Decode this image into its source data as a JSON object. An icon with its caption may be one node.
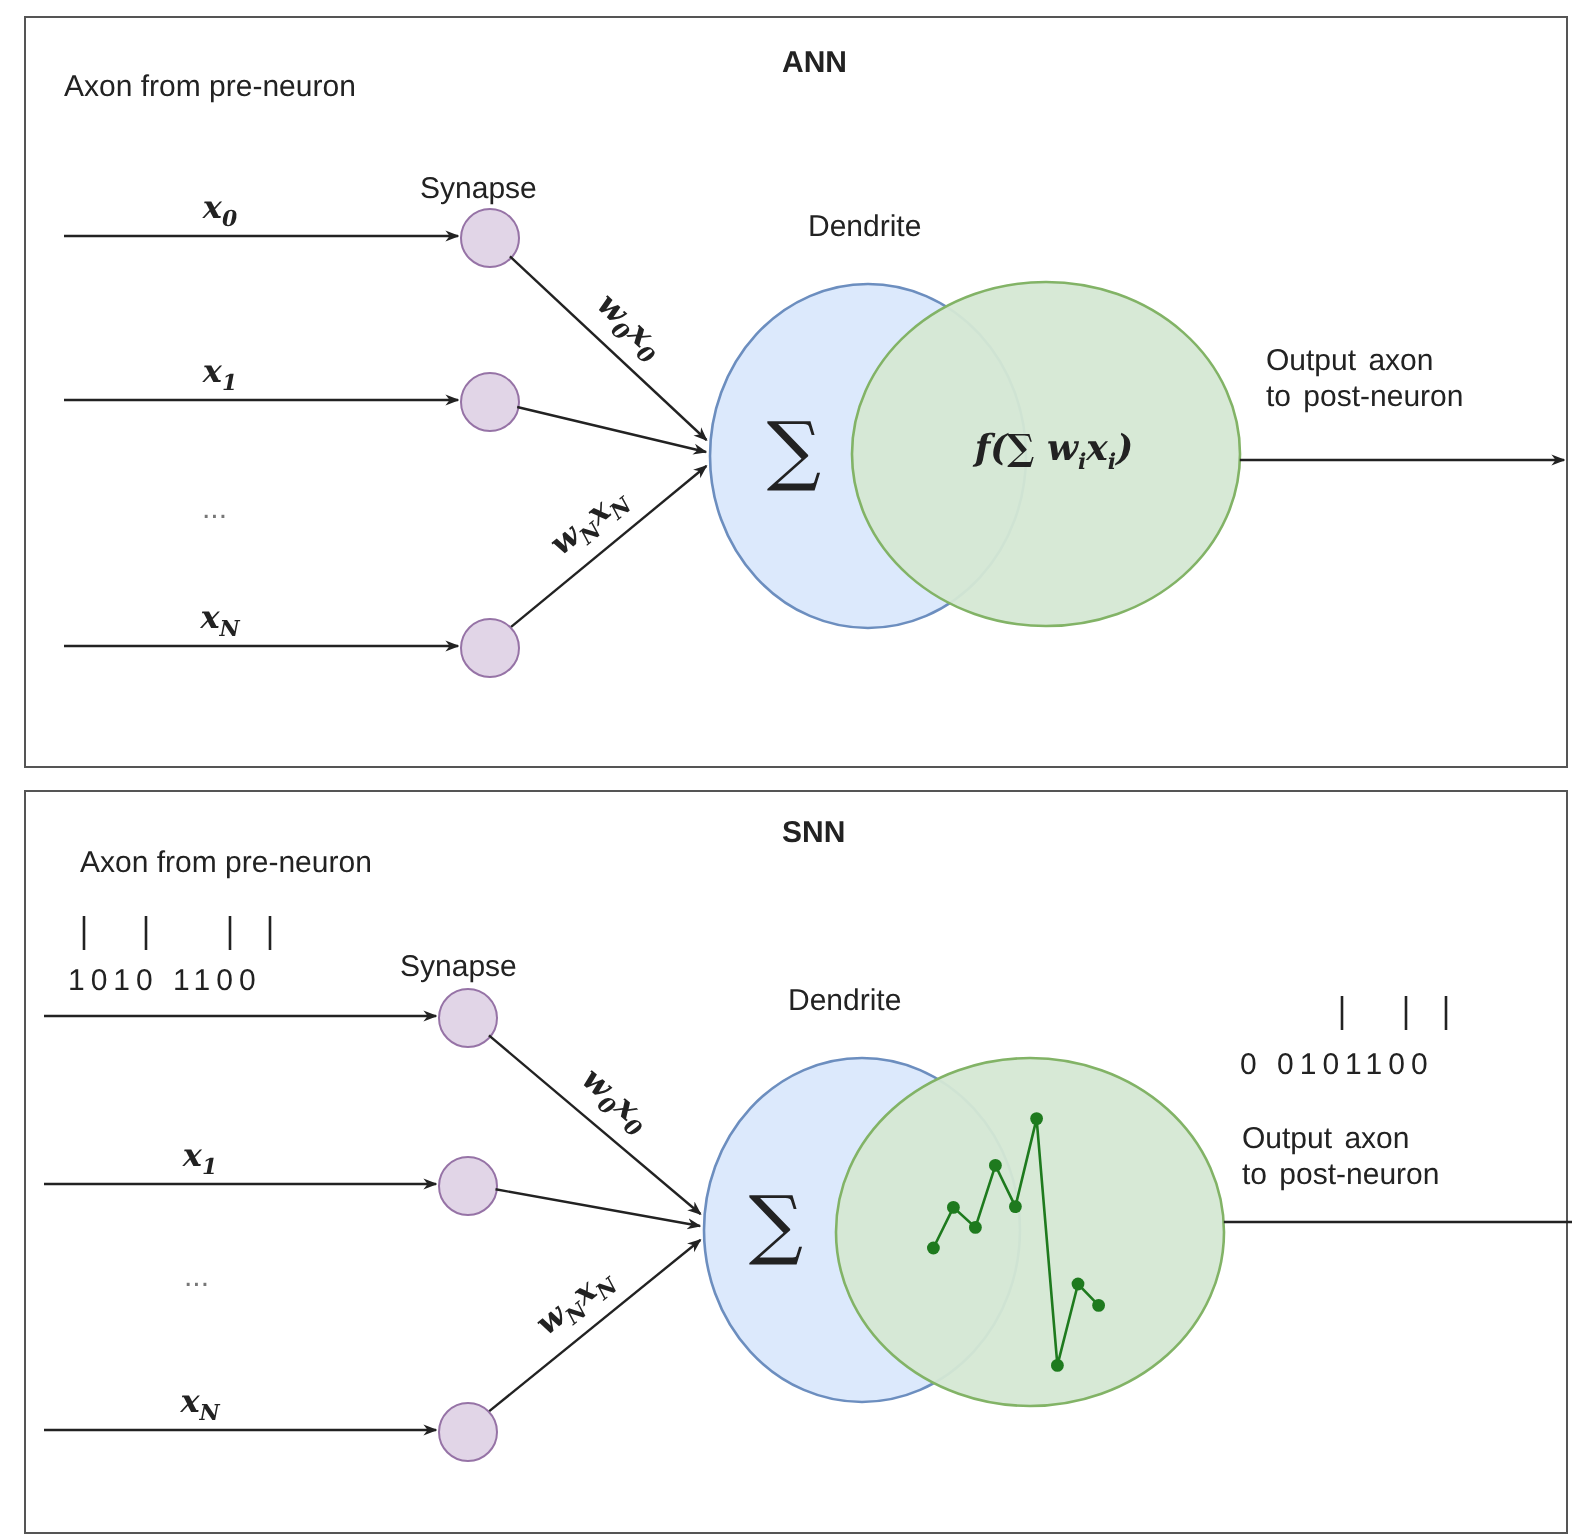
{
  "diagram": {
    "nodes": [
      {
        "text": [
          "ANN"
        ]
      },
      {
        "text": [],
        "shape": "circle",
        "in": 0,
        "beside": [
          "Synapse"
        ]
      },
      {
        "text": [],
        "shape": "circle",
        "in": 0
      },
      {
        "text": [],
        "shape": "circle",
        "in": 0
      },
      {
        "text": [
          "∑"
        ],
        "in": 0
      },
      {
        "text": [
          "f(∑ w$_{i}$x$_{i}$)"
        ],
        "in": 0
      },
      {
        "text": [
          "SNN"
        ]
      },
      {
        "text": [],
        "shape": "circle",
        "in": 6,
        "beside": [
          "Synapse"
        ]
      },
      {
        "text": [],
        "shape": "circle",
        "in": 6
      },
      {
        "text": [],
        "shape": "circle",
        "in": 6
      },
      {
        "text": [
          "∑"
        ],
        "in": 6
      },
      {
        "text": [],
        "shape": "circle",
        "in": 6
      }
    ],
    "edges": [
      {
        "from": null,
        "to": 1,
        "arrow": "to",
        "label": "x$_{0}$"
      },
      {
        "from": null,
        "to": 2,
        "arrow": "to",
        "label": "x$_{1}$"
      },
      {
        "from": null,
        "to": 3,
        "arrow": "to",
        "label": "x$_{N}$"
      },
      {
        "from": 1,
        "to": 4,
        "arrow": "to",
        "label": "w$_{0}$x$_{0}$"
      },
      {
        "from": 2,
        "to": 4,
        "arrow": "to"
      },
      {
        "from": 3,
        "to": 4,
        "arrow": "to",
        "label": "w$_{N}$x$_{N}$"
      },
      {
        "from": 5,
        "to": null,
        "arrow": "to",
        "label": "Output axon to post-neuron"
      },
      {
        "from": null,
        "to": 7,
        "arrow": "to",
        "label": "1010 1100"
      },
      {
        "from": null,
        "to": 8,
        "arrow": "to",
        "label": "x$_{1}$"
      },
      {
        "from": null,
        "to": 9,
        "arrow": "to",
        "label": "x$_{N}$"
      },
      {
        "from": 7,
        "to": 10,
        "arrow": "to",
        "label": "w$_{0}$x$_{0}$"
      },
      {
        "from": 8,
        "to": 10,
        "arrow": "to"
      },
      {
        "from": 9,
        "to": 10,
        "arrow": "to",
        "label": "w$_{N}$x$_{N}$"
      },
      {
        "from": 11,
        "to": null,
        "arrow": "none",
        "label": "Output axon to post-neuron"
      }
    ],
    "labels": [
      "Axon from pre-neuron",
      "Dendrite",
      "...",
      "Axon from pre-neuron",
      "Dendrite",
      "0 0101100",
      "..."
    ]
  }
}
